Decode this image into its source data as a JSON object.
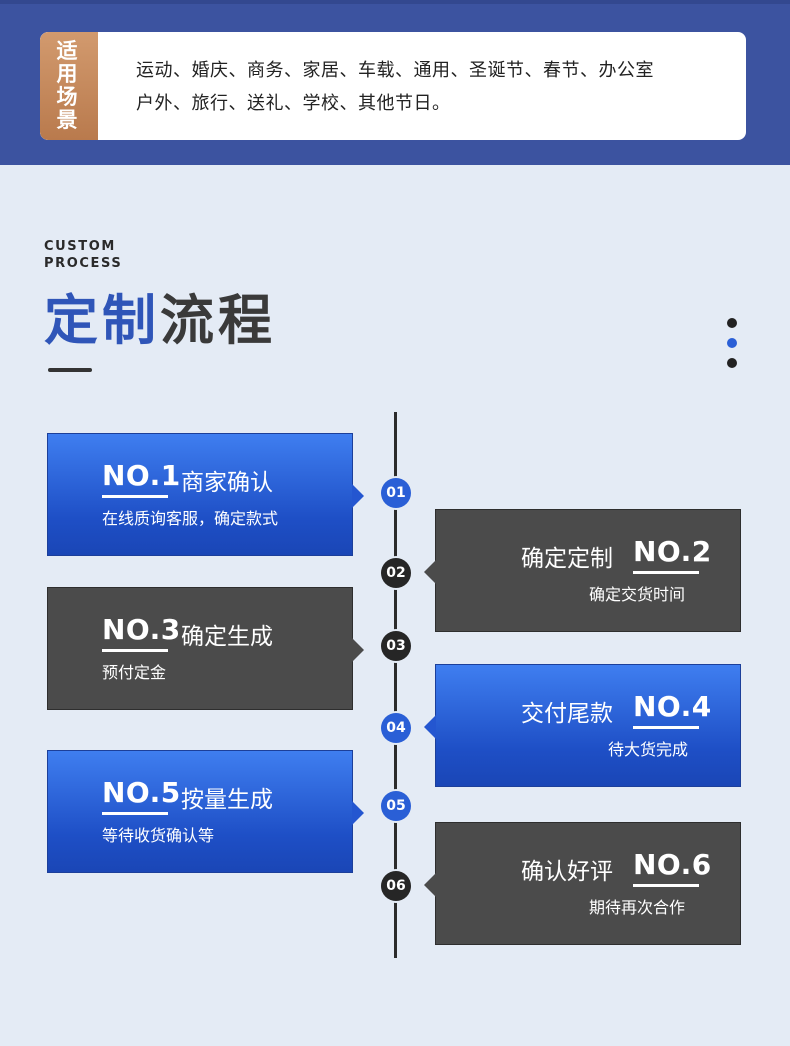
{
  "usage": {
    "tag": "适用场景",
    "line1": "运动、婚庆、商务、家居、车载、通用、圣诞节、春节、办公室",
    "line2": "户外、旅行、送礼、学校、其他节日。"
  },
  "header": {
    "en_line1": "CUSTOM",
    "en_line2": "PROCESS",
    "cn_title_part1": "定制",
    "cn_title_part2": "流程"
  },
  "colors": {
    "blue": "#2a5fd6",
    "dark": "#4b4b4b",
    "accent_dot": "#2a5fd6"
  },
  "steps": [
    {
      "no": "NO.1",
      "title": "商家确认",
      "sub": "在线质询客服，确定款式",
      "node": "01"
    },
    {
      "no": "NO.2",
      "title": "确定定制",
      "sub": "确定交货时间",
      "node": "02"
    },
    {
      "no": "NO.3",
      "title": "确定生成",
      "sub": "预付定金",
      "node": "03"
    },
    {
      "no": "NO.4",
      "title": "交付尾款",
      "sub": "待大货完成",
      "node": "04"
    },
    {
      "no": "NO.5",
      "title": "按量生成",
      "sub": "等待收货确认等",
      "node": "05"
    },
    {
      "no": "NO.6",
      "title": "确认好评",
      "sub": "期待再次合作",
      "node": "06"
    }
  ]
}
